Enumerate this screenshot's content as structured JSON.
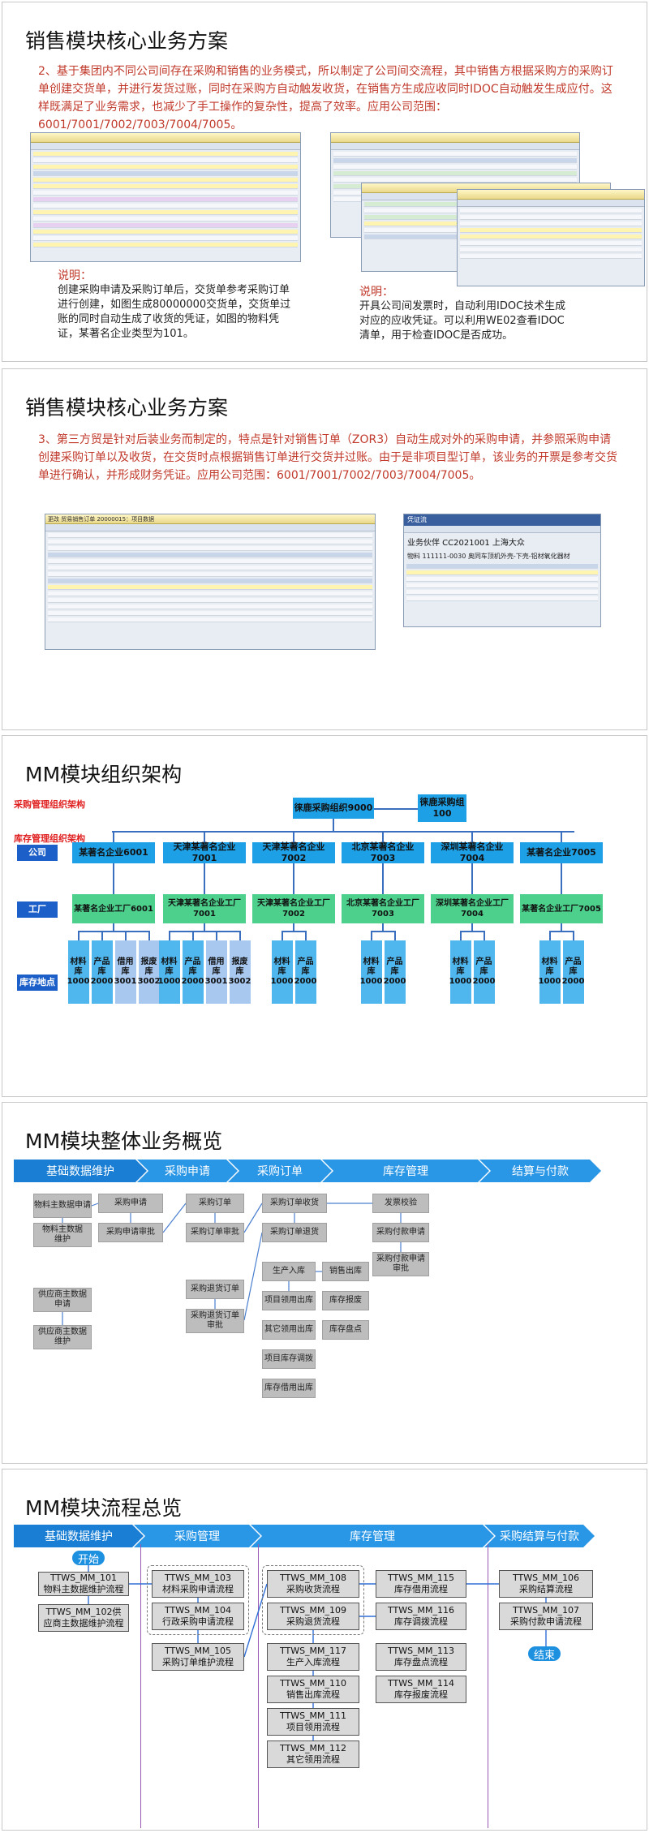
{
  "slide1": {
    "title": "销售模块核心业务方案",
    "desc": "2、基于集团内不同公司间存在采购和销售的业务模式，所以制定了公司间交流程，其中销售方根据采购方的采购订单创建交货单，并进行发货过账，同时在采购方自动触发收货，在销售方生成应收同时IDOC自动触发生成应付。这样既满足了业务需求，也减少了手工操作的复杂性，提高了效率。应用公司范围：6001/7001/7002/7003/7004/7005。",
    "left_caption_title": "说明：",
    "left_caption": "创建采购申请及采购订单后，交货单参考采购订单进行创建，如图生成80000000交货单，交货单过账的同时自动生成了收货的凭证，如图的物料凭证，某著名企业类型为101。",
    "right_caption_title": "说明：",
    "right_caption": "开具公司间发票时，自动利用IDOC技术生成对应的应收凭证。可以利用WE02查看IDOC清单，用于检查IDOC是否成功。"
  },
  "slide2": {
    "title": "销售模块核心业务方案",
    "desc": "3、第三方贸是针对后装业务而制定的，特点是针对销售订单（ZOR3）自动生成对外的采购申请，并参照采购申请创建采购订单以及收货，在交货时点根据销售订单进行交货并过账。由于是非项目型订单，该业务的开票是参考交货单进行确认，并形成财务凭证。应用公司范围：6001/7001/7002/7003/7004/7005。",
    "sap_left_title": "更改 贸易销售订单 20000015：项目数据",
    "sap_right_title": "凭证流",
    "sap_right_line1": "业务伙伴  CC2021001 上海大众",
    "sap_right_line2": "物料  111111-0030 奥同车顶机外壳-下壳-铝材氧化器材"
  },
  "slide3": {
    "title": "MM模块组织架构",
    "label_purchase": "采购管理组织架构",
    "label_stock": "库存管理组织架构",
    "purch_org": "徕鹿采购组织9000",
    "purch_group": "徕鹿采购组\n100",
    "company_label": "公司",
    "plant_label": "工厂",
    "storage_label": "库存地点",
    "companies": [
      "某著名企业6001",
      "天津某著名企业7001",
      "天津某著名企业7002",
      "北京某著名企业7003",
      "深圳某著名企业7004",
      "某著名企业7005"
    ],
    "plants": [
      "某著名企业工厂6001",
      "天津某著名企业工厂\n7001",
      "天津某著名企业工厂\n7002",
      "北京某著名企业工厂\n7003",
      "深圳某著名企业工厂\n7004",
      "某著名企业工厂7005"
    ],
    "storage_groups": [
      [
        "材料\n库\n1000",
        "产品\n库\n2000",
        "借用\n库\n3001",
        "报废\n库\n3002"
      ],
      [
        "材料\n库\n1000",
        "产品\n库\n2000",
        "借用\n库\n3001",
        "报废\n库\n3002"
      ],
      [
        "材料\n库\n1000",
        "产品\n库\n2000"
      ],
      [
        "材料\n库\n1000",
        "产品\n库\n2000"
      ],
      [
        "材料\n库\n1000",
        "产品\n库\n2000"
      ],
      [
        "材料\n库\n1000",
        "产品\n库\n2000"
      ]
    ]
  },
  "slide4": {
    "title": "MM模块整体业务概览",
    "phases": [
      "基础数据维护",
      "采购申请",
      "采购订单",
      "库存管理",
      "结算与付款"
    ],
    "boxes": {
      "mat_apply": "物料主数据申请",
      "mat_maint": "物料主数据\n维护",
      "vendor_apply": "供应商主数据\n申请",
      "vendor_maint": "供应商主数据\n维护",
      "pr": "采购申请",
      "pr_approve": "采购申请审批",
      "po": "采购订单",
      "po_approve": "采购订单审批",
      "return_po": "采购退货订单",
      "return_po_approve": "采购退货订单\n审批",
      "po_receipt": "采购订单收货",
      "po_return": "采购订单退货",
      "prod_in": "生产入库",
      "sales_out": "销售出库",
      "proj_issue": "项目领用出库",
      "scrap": "库存报废",
      "other_issue": "其它领用出库",
      "stock_count": "库存盘点",
      "proj_transfer": "项目库存调拨",
      "borrow_out": "库存借用出库",
      "invoice_check": "发票校验",
      "pay_apply": "采购付款申请",
      "pay_approve": "采购付款申请\n审批"
    }
  },
  "slide5": {
    "title": "MM模块流程总览",
    "phases": [
      "基础数据维护",
      "采购管理",
      "库存管理",
      "采购结算与付款"
    ],
    "start": "开始",
    "end": "结束",
    "flows": {
      "f101": "TTWS_MM_101\n物料主数据维护流程",
      "f102": "TTWS_MM_102供\n应商主数据维护流程",
      "f103": "TTWS_MM_103\n材料采购申请流程",
      "f104": "TTWS_MM_104\n行政采购申请流程",
      "f105": "TTWS_MM_105\n采购订单维护流程",
      "f108": "TTWS_MM_108\n采购收货流程",
      "f109": "TTWS_MM_109\n采购退货流程",
      "f117": "TTWS_MM_117\n生产入库流程",
      "f110": "TTWS_MM_110\n销售出库流程",
      "f111": "TTWS_MM_111\n项目领用流程",
      "f112": "TTWS_MM_112\n其它领用流程",
      "f115": "TTWS_MM_115\n库存借用流程",
      "f116": "TTWS_MM_116\n库存调拨流程",
      "f113": "TTWS_MM_113\n库存盘点流程",
      "f114": "TTWS_MM_114\n库存报废流程",
      "f106": "TTWS_MM_106\n采购结算流程",
      "f107": "TTWS_MM_107\n采购付款申请流程"
    }
  },
  "colors": {
    "accent_red": "#c0392b",
    "chevron_blue": "#1e8fe0",
    "company_blue": "#1ea0e6",
    "plant_green": "#4cd08c"
  }
}
